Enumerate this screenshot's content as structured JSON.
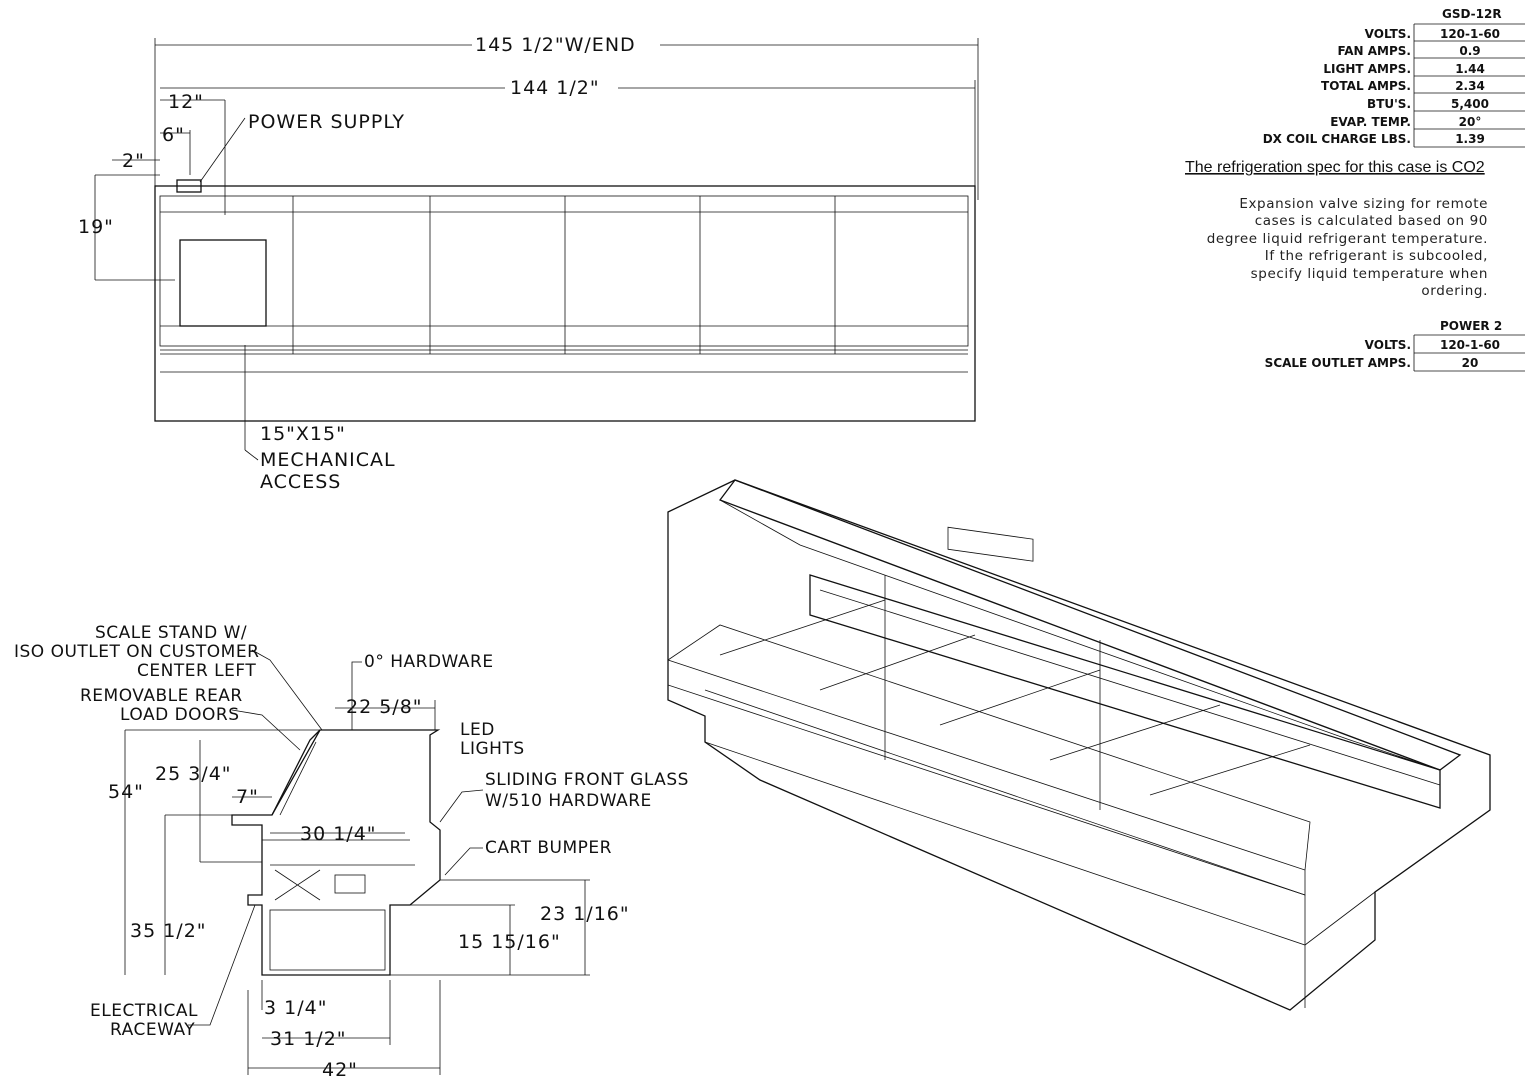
{
  "plan_view": {
    "overall_width": "145 1/2\"W/END",
    "case_width": "144 1/2\"",
    "dim_12": "12\"",
    "dim_6": "6\"",
    "dim_2": "2\"",
    "dim_19": "19\"",
    "power_supply": "POWER SUPPLY",
    "access_size": "15\"X15\"",
    "access_label_1": "MECHANICAL",
    "access_label_2": "ACCESS"
  },
  "spec_table": {
    "model": "GSD-12R",
    "rows": [
      {
        "label": "VOLTS.",
        "value": "120-1-60"
      },
      {
        "label": "FAN AMPS.",
        "value": "0.9"
      },
      {
        "label": "LIGHT AMPS.",
        "value": "1.44"
      },
      {
        "label": "TOTAL AMPS.",
        "value": "2.34"
      },
      {
        "label": "BTU'S.",
        "value": "5,400"
      },
      {
        "label": "EVAP. TEMP.",
        "value": "20°"
      },
      {
        "label": "DX COIL CHARGE LBS.",
        "value": "1.39"
      }
    ]
  },
  "co2_note": "The refrigeration spec for this case is CO2",
  "expansion_note": [
    "Expansion valve sizing for remote",
    "cases is calculated based on 90",
    "degree liquid refrigerant temperature.",
    "If the refrigerant is subcooled,",
    "specify liquid temperature when",
    "ordering."
  ],
  "power2_table": {
    "title": "POWER 2",
    "rows": [
      {
        "label": "VOLTS.",
        "value": "120-1-60"
      },
      {
        "label": "SCALE OUTLET AMPS.",
        "value": "20"
      }
    ]
  },
  "section_view": {
    "scale_stand_1": "SCALE STAND W/",
    "scale_stand_2": "ISO OUTLET ON CUSTOMER",
    "scale_stand_3": "CENTER LEFT",
    "rear_doors_1": "REMOVABLE REAR",
    "rear_doors_2": "LOAD DOORS",
    "hardware": "0° HARDWARE",
    "dim_22": "22 5/8\"",
    "led_1": "LED",
    "led_2": "LIGHTS",
    "glass_1": "SLIDING FRONT GLASS",
    "glass_2": "W/510 HARDWARE",
    "cart_bumper": "CART BUMPER",
    "dim_54": "54\"",
    "dim_25": "25 3/4\"",
    "dim_7": "7\"",
    "dim_30": "30 1/4\"",
    "dim_35": "35 1/2\"",
    "dim_23": "23 1/16\"",
    "dim_15": "15 15/16\"",
    "raceway_1": "ELECTRICAL",
    "raceway_2": "RACEWAY",
    "dim_3": "3 1/4\"",
    "dim_31": "31 1/2\"",
    "dim_42": "42\""
  }
}
